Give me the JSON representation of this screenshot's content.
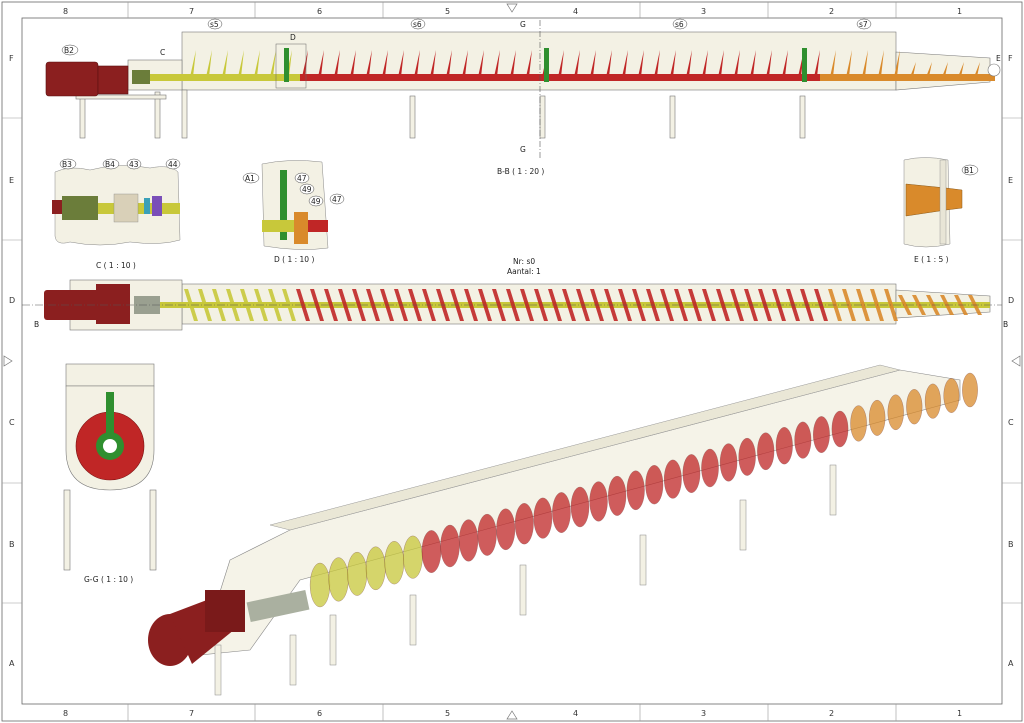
{
  "sheet": {
    "zones_columns": [
      "8",
      "7",
      "6",
      "5",
      "4",
      "3",
      "2",
      "1"
    ],
    "zones_rows": [
      "F",
      "E",
      "D",
      "C",
      "B",
      "A"
    ]
  },
  "views": {
    "section_bb": {
      "title": "B-B ( 1 : 20 )",
      "section_marker": "G",
      "detail_c_marker": "C",
      "detail_d_marker": "D",
      "detail_e_marker": "E",
      "balloons": [
        "B2",
        "s5",
        "s6",
        "s6",
        "s7"
      ]
    },
    "detail_c": {
      "title": "C ( 1 : 10 )",
      "balloons": [
        "B3",
        "B4",
        "43",
        "44"
      ]
    },
    "detail_d": {
      "title": "D ( 1 : 10 )",
      "balloons": [
        "A1",
        "47",
        "49",
        "49",
        "47"
      ]
    },
    "detail_e": {
      "title": "E ( 1 : 5 )",
      "balloons": [
        "B1"
      ]
    },
    "plan": {
      "nr": "Nr: s0",
      "aantal": "Aantal: 1",
      "section_marker": "B"
    },
    "section_gg": {
      "title": "G-G ( 1 : 10 )"
    }
  },
  "colors": {
    "motor": "#8b1f1f",
    "screw_yellow": "#c8c83a",
    "screw_red": "#c02626",
    "screw_orange": "#d98a2b",
    "bearing_green": "#2f8f2f",
    "housing": "#f3f1e4"
  }
}
